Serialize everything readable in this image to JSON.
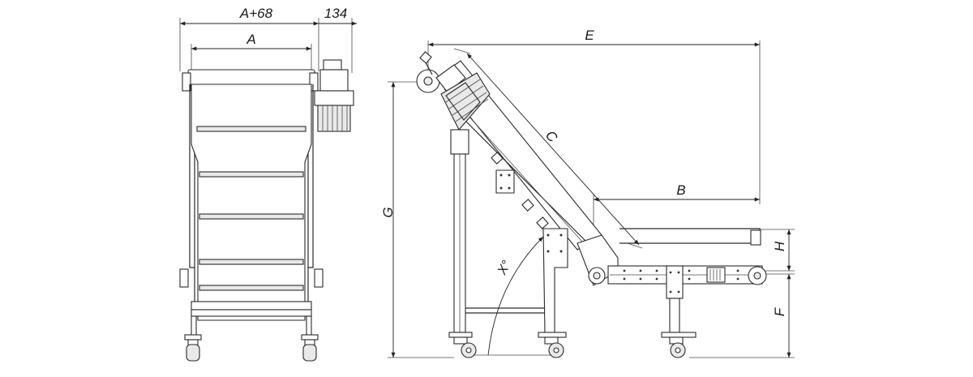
{
  "labels": {
    "a_plus_68": "A+68",
    "motor_width": "134",
    "a": "A",
    "e": "E",
    "c": "C",
    "b": "B",
    "g": "G",
    "h": "H",
    "f": "F",
    "x_angle": "X°"
  }
}
